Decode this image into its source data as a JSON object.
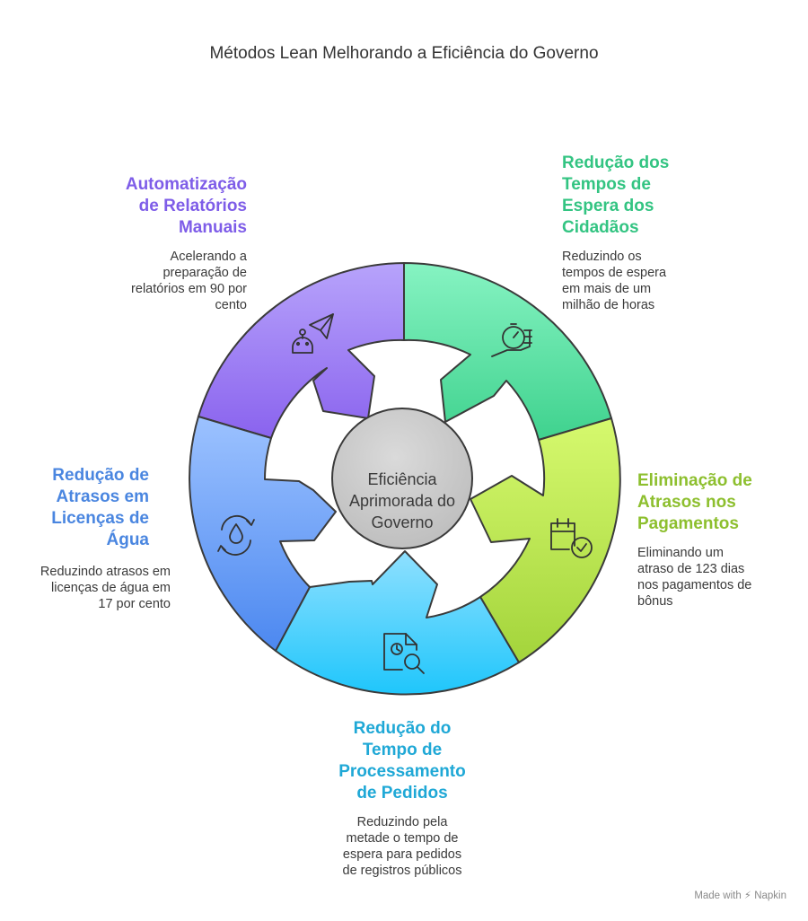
{
  "title": "Métodos Lean Melhorando a Eficiência do Governo",
  "center": "Eficiência Aprimorada do Governo",
  "segments": [
    {
      "heading": "Automatização de Relatórios Manuais",
      "description": "Acelerando a preparação de relatórios em 90 por cento",
      "icon": "robot-paper-plane-icon",
      "color": "#7E5DE8"
    },
    {
      "heading": "Redução dos Tempos de Espera dos Cidadãos",
      "description": "Reduzindo os tempos de espera em mais de um milhão de horas",
      "icon": "stopwatch-hand-icon",
      "color": "#33C482"
    },
    {
      "heading": "Eliminação de Atrasos nos Pagamentos",
      "description": "Eliminando um atraso de 123 dias nos pagamentos de bônus",
      "icon": "calendar-check-icon",
      "color": "#8DBF2E"
    },
    {
      "heading": "Redução do Tempo de Processamento de Pedidos",
      "description": "Reduzindo pela metade o tempo de espera para pedidos de registros públicos",
      "icon": "document-clock-search-icon",
      "color": "#1FA8D6"
    },
    {
      "heading": "Redução de Atrasos em Licenças de Água",
      "description": "Reduzindo atrasos em licenças de água em 17 por cento",
      "icon": "water-drop-cycle-icon",
      "color": "#4A86E0"
    }
  ],
  "watermark": "Made with ⚡ Napkin"
}
